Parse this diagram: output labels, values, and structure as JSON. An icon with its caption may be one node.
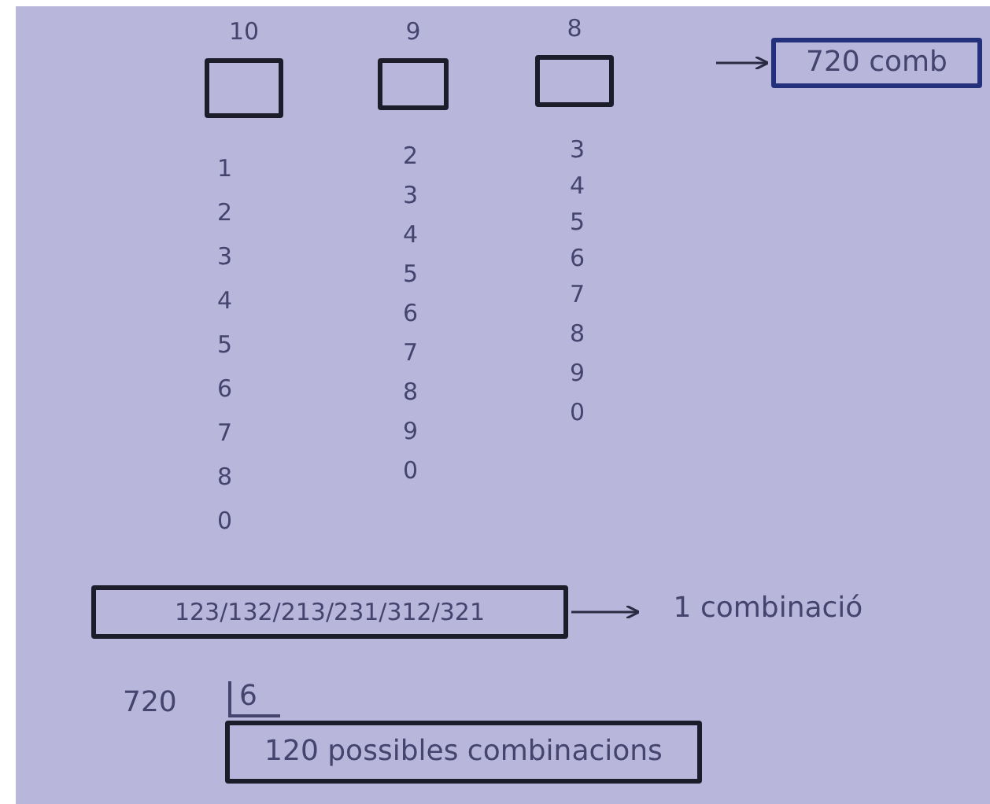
{
  "diagram": {
    "nodes": [
      {
        "text": [],
        "shape": "box",
        "beside": [
          "10"
        ]
      },
      {
        "text": [],
        "shape": "box",
        "beside": [
          "9"
        ]
      },
      {
        "text": [],
        "shape": "box",
        "beside": [
          "8"
        ]
      },
      {
        "text": [
          "720 comb"
        ]
      },
      {
        "text": [
          "123/132/213/231/312/321"
        ]
      },
      {
        "text": [
          "1 combinació"
        ]
      },
      {
        "text": [
          "120 possibles combinacions"
        ]
      }
    ],
    "edges": [
      {
        "from": null,
        "to": 3,
        "arrow": "to"
      },
      {
        "from": 4,
        "to": 5,
        "arrow": "to"
      }
    ],
    "labels": [
      "1",
      "2",
      "3",
      "4",
      "5",
      "6",
      "7",
      "8",
      "0",
      "2",
      "3",
      "4",
      "5",
      "6",
      "7",
      "8",
      "9",
      "0",
      "3",
      "4",
      "5",
      "6",
      "7",
      "8",
      "9",
      "0",
      "720",
      "6"
    ]
  }
}
